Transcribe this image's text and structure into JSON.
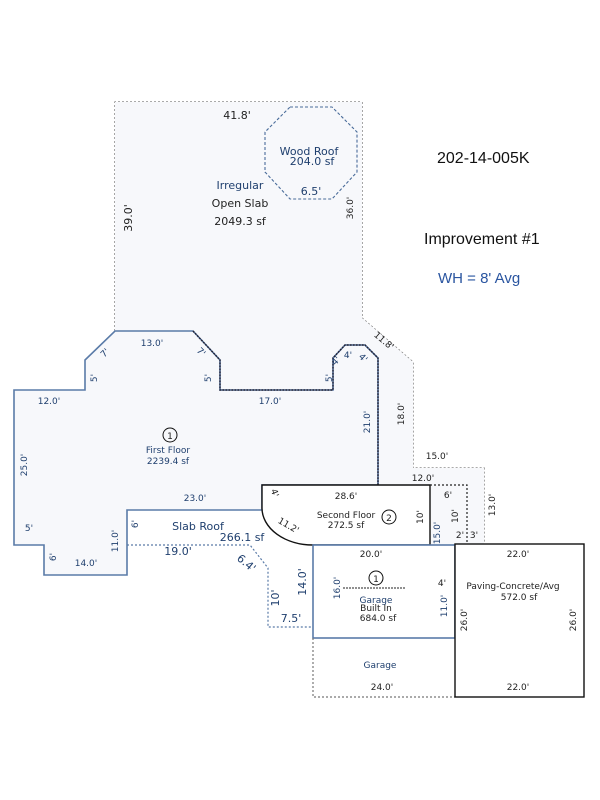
{
  "header": {
    "parcel_id": "202-14-005K",
    "improvement": "Improvement #1",
    "wall_height": "WH =  8' Avg"
  },
  "colors": {
    "blue_line": "#5a7ba8",
    "dashed_gray": "#777777",
    "black": "#111111",
    "label_blue": "#1f3f6e"
  },
  "areas": {
    "open_slab": {
      "type": "Irregular",
      "name": "Open Slab",
      "area": "2049.3 sf"
    },
    "wood_roof": {
      "name": "Wood Roof",
      "area": "204.0 sf"
    },
    "first_floor": {
      "marker": "1",
      "name": "First Floor",
      "area": "2239.4 sf"
    },
    "slab_roof": {
      "name": "Slab Roof",
      "area": "266.1 sf"
    },
    "second_floor": {
      "marker": "2",
      "name": "Second Floor",
      "area": "272.5 sf"
    },
    "garage_built_in": {
      "marker": "1",
      "name": "Garage",
      "name2": "Built In",
      "area": "684.0 sf"
    },
    "paving": {
      "name": "Paving-Concrete/Avg",
      "area": "572.0 sf"
    },
    "garage": {
      "name": "Garage"
    }
  },
  "dimensions": {
    "d41_8": "41.8'",
    "d39": "39.0'",
    "d36": "36.0'",
    "d6_5": "6.5'",
    "d11_8": "11.8'",
    "d13": "13.0'",
    "d7a": "7'",
    "d7b": "7'",
    "d5a": "5'",
    "d5b": "5'",
    "d12": "12.0'",
    "d17": "17.0'",
    "d5c": "5'",
    "d4a": "4'",
    "d4b": "4'",
    "d4c": "4'",
    "d21": "21.0'",
    "d18": "18.0'",
    "d25": "25.0'",
    "d5d": "5'",
    "d6a": "6'",
    "d14": "14.0'",
    "d11": "11.0'",
    "d6b": "6'",
    "d23": "23.0'",
    "d19": "19.0'",
    "d6_4": "6.4'",
    "d10a": "10'",
    "d7_5": "7.5'",
    "d14b": "14.0'",
    "d4d": "4'",
    "d11_2": "11.2'",
    "d28_6": "28.6'",
    "d10b": "10'",
    "d15a": "15.0'",
    "d12b": "12.0'",
    "d6c": "6'",
    "d10c": "10'",
    "d2": "2'",
    "d3": "3'",
    "d13b": "13.0'",
    "d15b": "15.0'",
    "d20": "20.0'",
    "d16": "16.0'",
    "d4e": "4'",
    "d11b": "11.0'",
    "d22a": "22.0'",
    "d26a": "26.0'",
    "d26b": "26.0'",
    "d22b": "22.0'",
    "d24": "24.0'"
  }
}
